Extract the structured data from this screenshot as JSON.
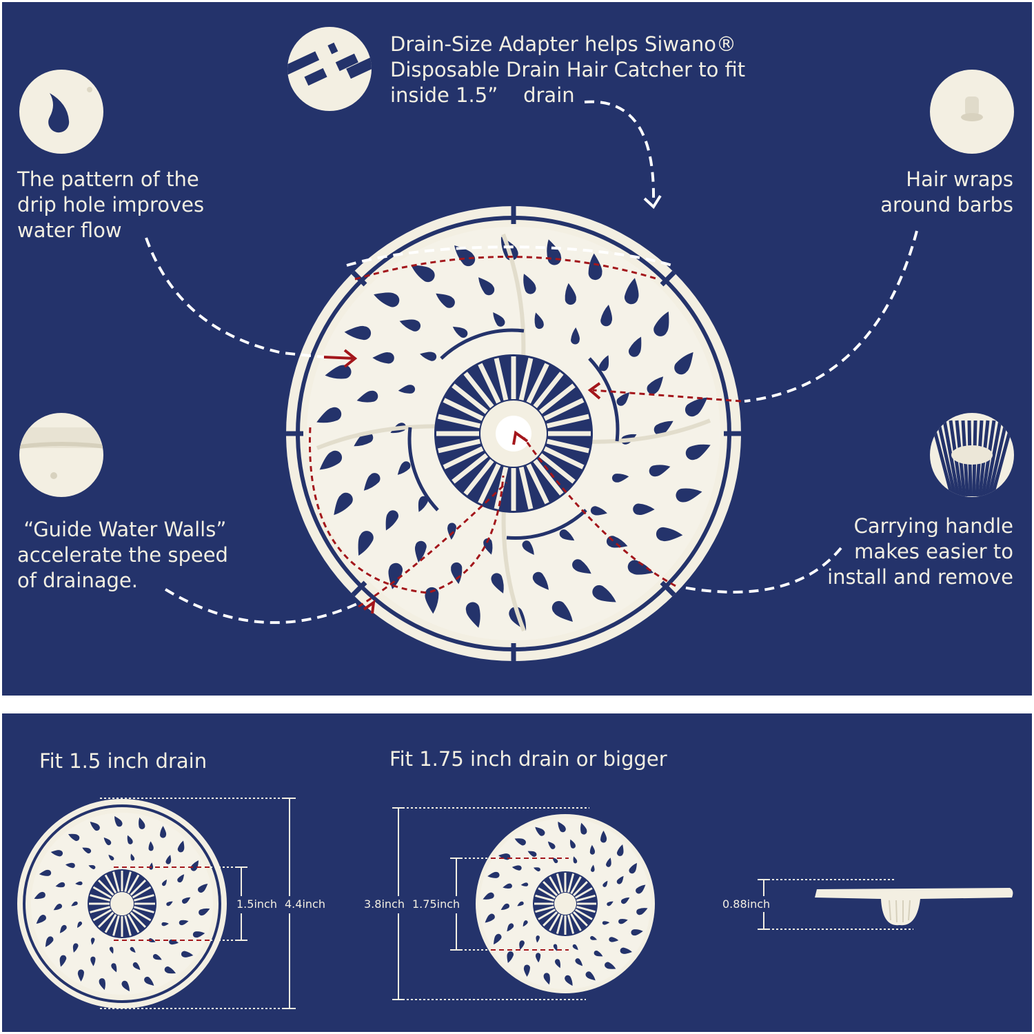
{
  "colors": {
    "background": "#24336b",
    "cream": "#f3efe2",
    "navy": "#24336b",
    "red_arrow": "#a3161b",
    "white_arrow": "#ffffff"
  },
  "callouts": {
    "adapter": {
      "line1": "Drain-Size Adapter helps Siwano®",
      "line2": "Disposable Drain Hair Catcher to fit",
      "line3": "inside 1.5”    drain",
      "icon": "adapter-detail-icon"
    },
    "drip_hole": {
      "line1": "The pattern of the",
      "line2": "drip hole improves",
      "line3": "water flow",
      "icon": "drip-hole-icon"
    },
    "barbs": {
      "line1": "Hair wraps",
      "line2": "around barbs",
      "icon": "barb-icon"
    },
    "walls": {
      "line1": " “Guide Water Walls”",
      "line2": "accelerate the speed",
      "line3": "of drainage.",
      "icon": "water-wall-icon"
    },
    "handle": {
      "line1": "Carrying handle",
      "line2": "makes easier to",
      "line3": "install and remove",
      "icon": "basket-handle-icon"
    }
  },
  "sizes": {
    "small": {
      "title": "Fit 1.5 inch drain",
      "inner_label": "1.5inch",
      "outer_label": "4.4inch"
    },
    "large": {
      "title": "Fit 1.75 inch drain or bigger",
      "outer_label": "3.8inch",
      "inner_label": "1.75inch"
    },
    "profile": {
      "height_label": "0.88inch"
    }
  }
}
